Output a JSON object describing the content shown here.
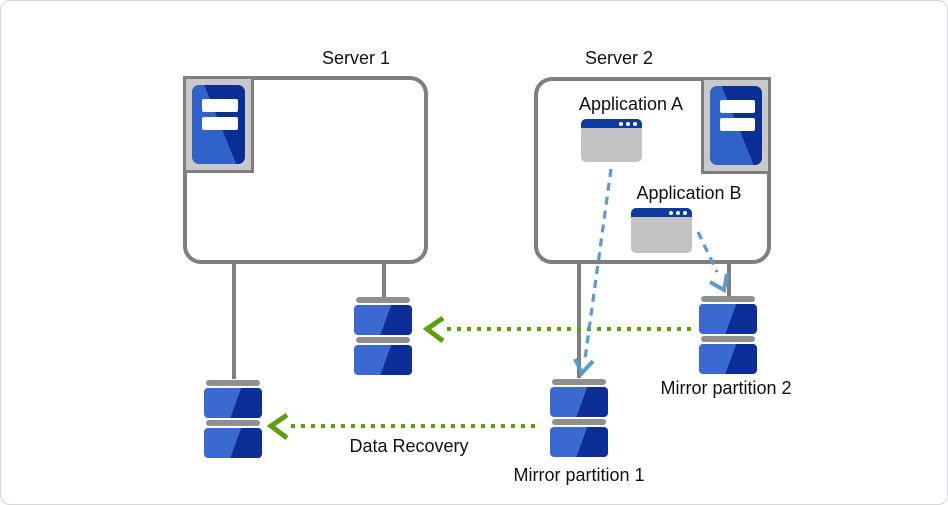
{
  "servers": [
    {
      "label": "Server 1"
    },
    {
      "label": "Server 2"
    }
  ],
  "applications": [
    {
      "label": "Application A"
    },
    {
      "label": "Application B"
    }
  ],
  "partitions": [
    {
      "label": "Mirror partition 1"
    },
    {
      "label": "Mirror partition 2"
    }
  ],
  "annotations": {
    "data_recovery": "Data Recovery"
  },
  "icons": {
    "server": "server-tower-icon",
    "application": "app-window-icon",
    "partition": "disk-stack-icon",
    "mirror_flow": "green-dotted-left-arrow-icon",
    "app_write": "blue-dashed-down-arrow-icon"
  },
  "colors": {
    "gray_line": "#7f7f7f",
    "gray_cap": "#8f8f8f",
    "frame_bg": "#c9c9c9",
    "tower_light": "#2f63ca",
    "tower_dark": "#0b2e94",
    "disk_light": "#3a69d1",
    "disk_dark": "#0b2f97",
    "green_arrow": "#5ba00a",
    "blue_arrow": "#5b9bd5",
    "titlebar": "#0d3ba0",
    "window_bg": "#c2c2c2"
  }
}
